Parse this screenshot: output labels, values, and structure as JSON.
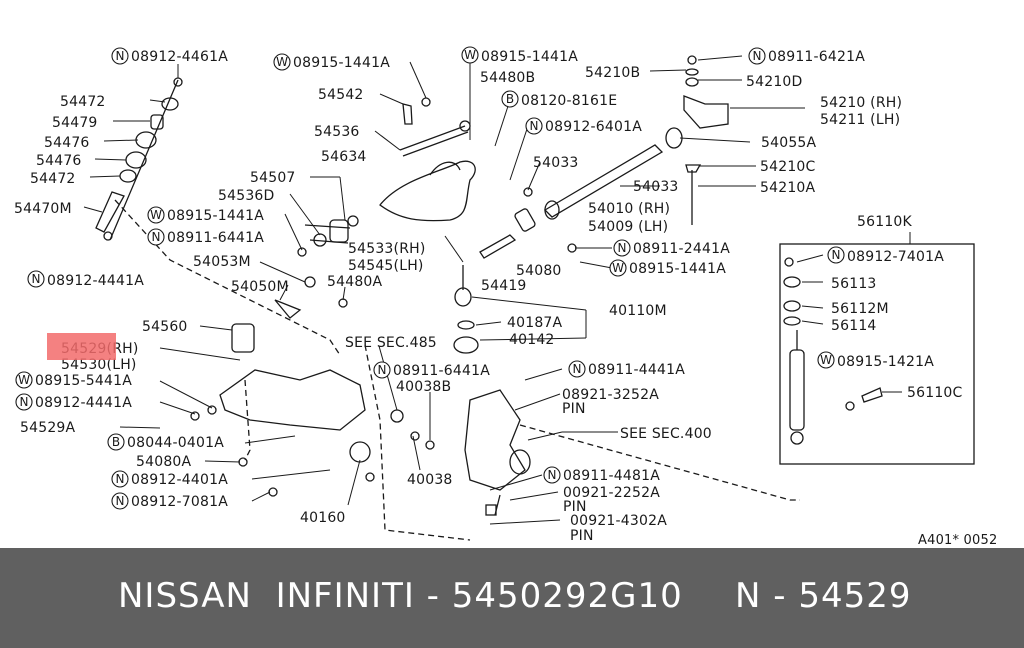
{
  "diagram": {
    "highlight_part": "54529",
    "labels": {
      "n08912_4461A": "08912-4461A",
      "p54472a": "54472",
      "p54479": "54479",
      "p54476a": "54476",
      "p54476b": "54476",
      "p54472b": "54472",
      "p54470M": "54470M",
      "n08912_4441A_l": "08912-4441A",
      "w08915_1441A_a": "08915-1441A",
      "p54542": "54542",
      "p54536": "54536",
      "p54634": "54634",
      "p54507": "54507",
      "p54536D": "54536D",
      "w08915_1441A_b": "08915-1441A",
      "n08911_6441A": "08911-6441A",
      "p54053M": "54053M",
      "p54050M": "54050M",
      "p54480A": "54480A",
      "p54533": "54533(RH)",
      "p54545": "54545(LH)",
      "w08915_1441A_c": "08915-1441A",
      "p54480B": "54480B",
      "b08120_8161E": "08120-8161E",
      "n08912_6401A": "08912-6401A",
      "p54033a": "54033",
      "p54033b": "54033",
      "p54010": "54010 (RH)",
      "p54009": "54009 (LH)",
      "n08911_2441A": "08911-2441A",
      "w08915_1441A_d": "08915-1441A",
      "p54080": "54080",
      "p54419": "54419",
      "p54210B": "54210B",
      "n08911_6421A": "08911-6421A",
      "p54210D": "54210D",
      "p54210": "54210 (RH)",
      "p54211": "54211 (LH)",
      "p54055A": "54055A",
      "p54210C": "54210C",
      "p54210A": "54210A",
      "p56110K": "56110K",
      "n08912_7401A": "08912-7401A",
      "p56113": "56113",
      "p56112M": "56112M",
      "p56114": "56114",
      "w08915_1421A": "08915-1421A",
      "p56110C": "56110C",
      "p40110M": "40110M",
      "p40187A": "40187A",
      "p40142": "40142",
      "p54560": "54560",
      "p54529": "54529(RH)",
      "p54530": "54530(LH)",
      "w08915_5441A": "08915-5441A",
      "n08912_4441A_b": "08912-4441A",
      "p54529A": "54529A",
      "b08044_0401A": "08044-0401A",
      "p54080A": "54080A",
      "n08912_4401A": "08912-4401A",
      "n08912_7081A": "08912-7081A",
      "p40160": "40160",
      "see485": "SEE SEC.485",
      "n08911_6441A_b": "08911-6441A",
      "p40038B": "40038B",
      "p40038": "40038",
      "n08911_4441A": "08911-4441A",
      "p08921_3252A": "08921-3252A",
      "pin1": "PIN",
      "see400": "SEE SEC.400",
      "n08911_4481A": "08911-4481A",
      "p00921_2252A": "00921-2252A",
      "pin2": "PIN",
      "p00921_4302A": "00921-4302A",
      "pin3": "PIN",
      "ref_code": "A401* 0052"
    }
  },
  "footer": {
    "left_text": "NISSAN  INFINITI - 5450292G10",
    "right_text": "N - 54529"
  }
}
